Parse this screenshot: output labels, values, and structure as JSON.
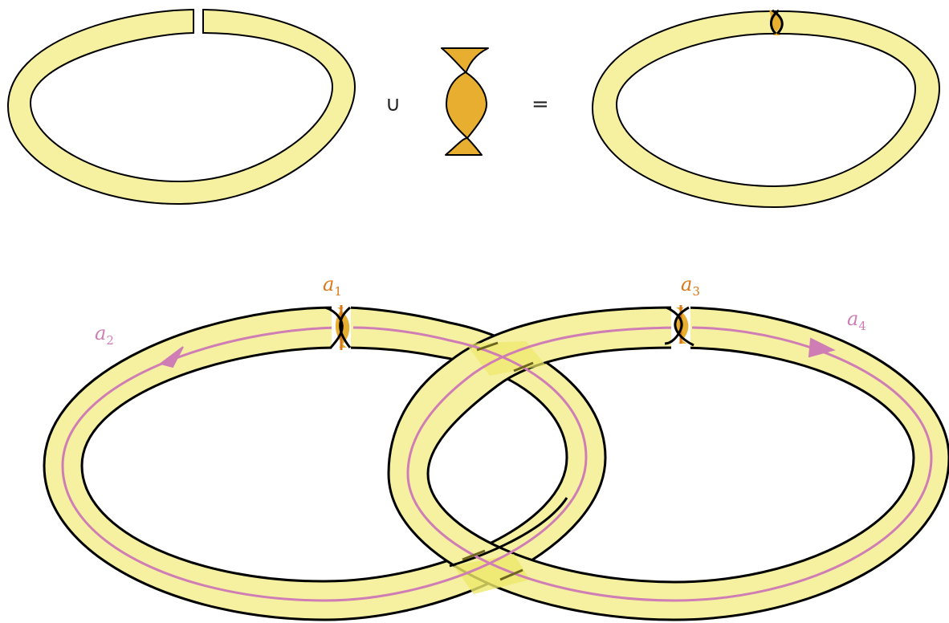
{
  "symbols": {
    "union": "∪",
    "equals": "="
  },
  "labels": {
    "a1": {
      "base": "a",
      "sub": "1"
    },
    "a2": {
      "base": "a",
      "sub": "2"
    },
    "a3": {
      "base": "a",
      "sub": "3"
    },
    "a4": {
      "base": "a",
      "sub": "4"
    }
  },
  "colors": {
    "band": "#f6f1a0",
    "band_overlap": "#eee86a",
    "stroke": "#000000",
    "twist": "#e8ae30",
    "twist_dark": "#d9781a",
    "curve": "#cf7db5",
    "label_orange": "#d9781a",
    "label_pink": "#cf7db5",
    "dash": "#6b6520"
  }
}
